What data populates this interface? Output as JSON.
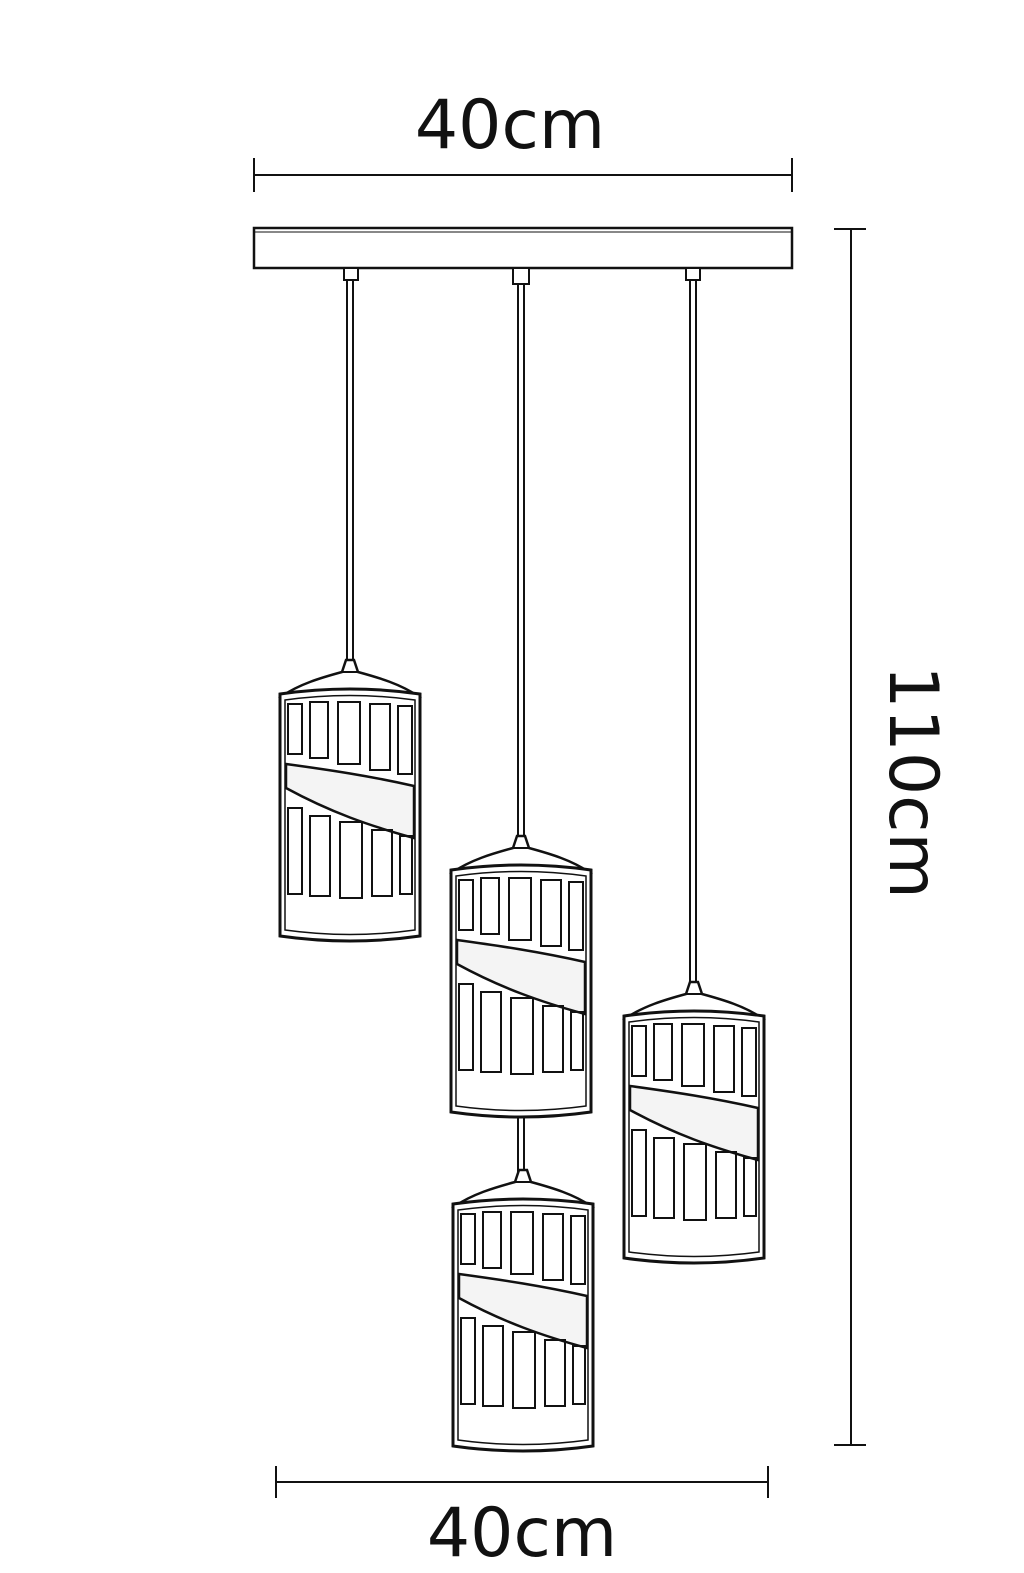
{
  "dimensions": {
    "width_top": "40cm",
    "width_bottom": "40cm",
    "height": "110cm"
  },
  "pendants": [
    {
      "name": "pendant-1"
    },
    {
      "name": "pendant-2"
    },
    {
      "name": "pendant-3"
    },
    {
      "name": "pendant-4"
    }
  ],
  "colors": {
    "stroke": "#111111",
    "background": "#ffffff",
    "glass_band": "#f4f4f4"
  }
}
